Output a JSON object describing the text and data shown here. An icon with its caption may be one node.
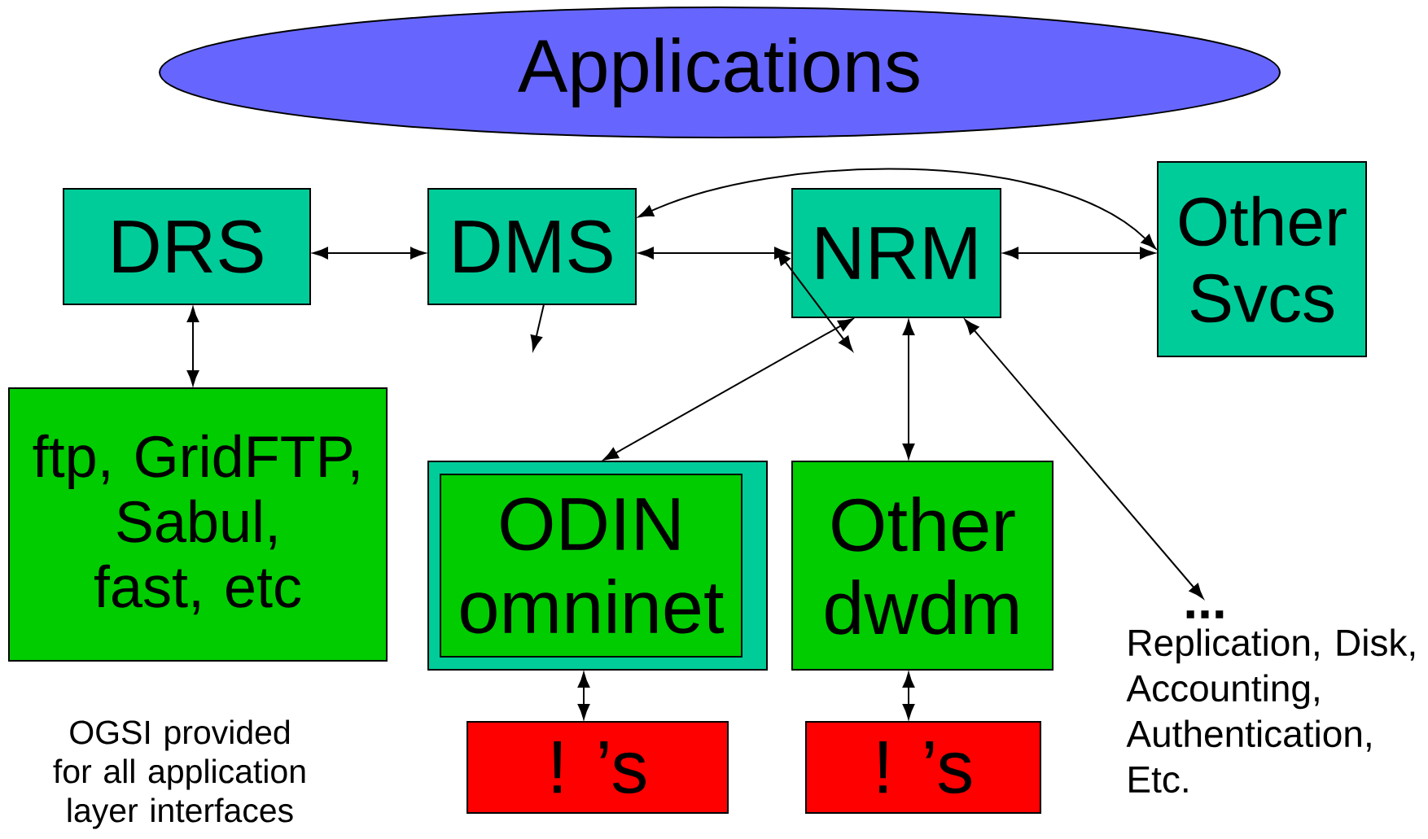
{
  "diagram": {
    "nodes": [
      {
        "text": [
          "Applications"
        ]
      },
      {
        "text": [
          "DRS"
        ]
      },
      {
        "text": [
          "DMS"
        ]
      },
      {
        "text": [
          "NRM"
        ]
      },
      {
        "text": [
          "Other Svcs"
        ]
      },
      {
        "text": [
          "ftp, GridFTP, Sabul, fast, etc"
        ]
      },
      {
        "text": [],
        "shape": "box"
      },
      {
        "text": [
          "ODIN omninet"
        ],
        "in": 6
      },
      {
        "text": [
          "Other dwdm"
        ]
      },
      {
        "text": [
          "! ’s"
        ]
      },
      {
        "text": [
          "! ’s"
        ]
      },
      {
        "text": [
          "..."
        ],
        "beside": [
          "Replication, Disk, Accounting, Authentication, Etc."
        ]
      }
    ],
    "edges": [
      {
        "from": 1,
        "to": 2,
        "arrow": "both"
      },
      {
        "from": 2,
        "to": 3,
        "arrow": "both"
      },
      {
        "from": 3,
        "to": 4,
        "arrow": "both"
      },
      {
        "from": 2,
        "to": 4,
        "arrow": "both"
      },
      {
        "from": 1,
        "to": 5,
        "arrow": "both"
      },
      {
        "from": 2,
        "to": null,
        "arrow": "to"
      },
      {
        "from": 3,
        "to": null,
        "arrow": "both"
      },
      {
        "from": 3,
        "to": 6,
        "arrow": "both"
      },
      {
        "from": 3,
        "to": 8,
        "arrow": "both"
      },
      {
        "from": 3,
        "to": 11,
        "arrow": "both"
      },
      {
        "from": 6,
        "to": 9,
        "arrow": "both"
      },
      {
        "from": 8,
        "to": 10,
        "arrow": "both"
      }
    ],
    "labels": [
      "OGSI provided for all application layer interfaces"
    ]
  }
}
